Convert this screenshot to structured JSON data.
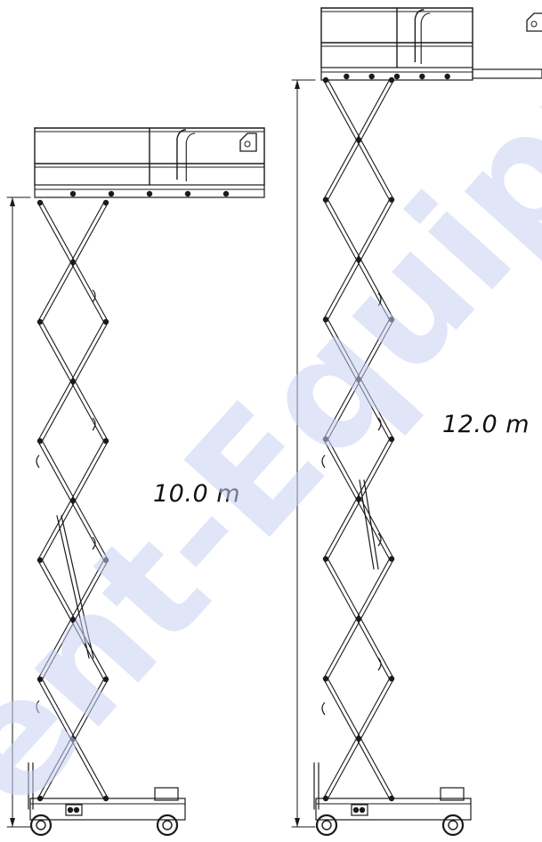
{
  "diagram": {
    "lifts": [
      {
        "id": "lift-10",
        "height_label": "10.0 m"
      },
      {
        "id": "lift-12",
        "height_label": "12.0 m"
      }
    ],
    "watermark_text": "ent-Equipme",
    "colors": {
      "line": "#1a1a1a",
      "watermark": "#c9d0f3",
      "background": "#ffffff"
    }
  }
}
